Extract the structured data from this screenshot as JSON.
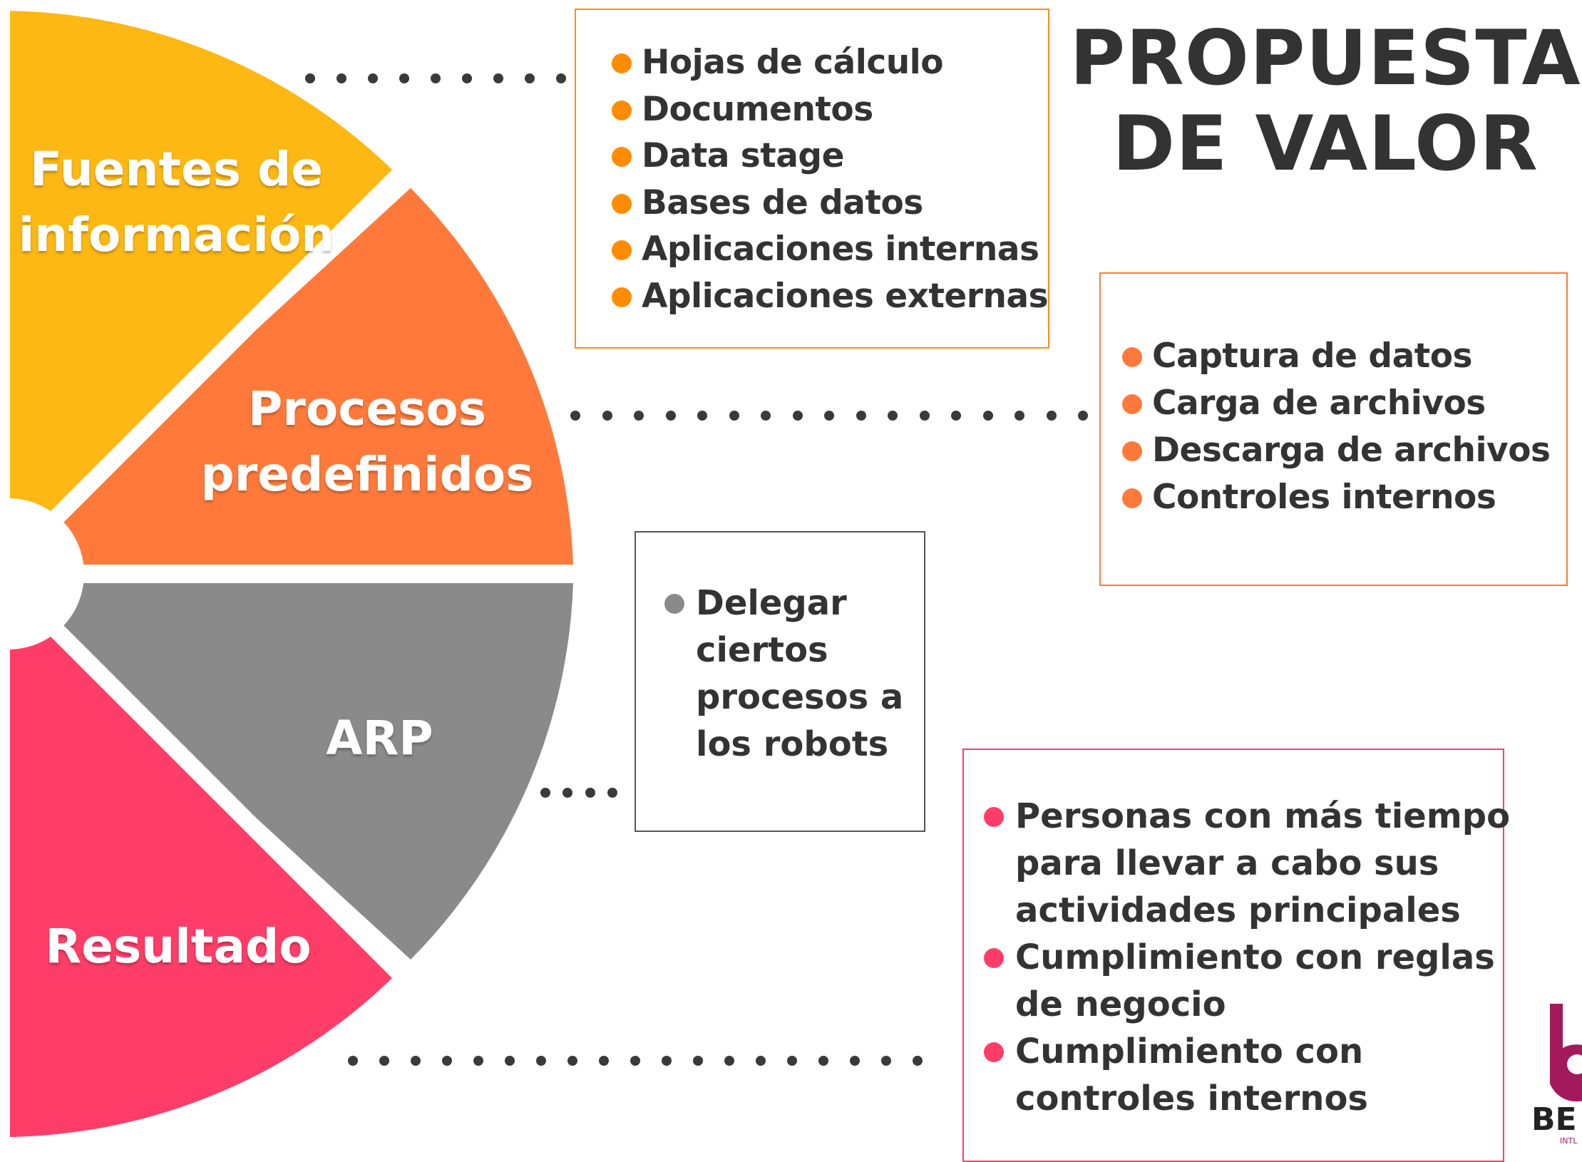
{
  "title": {
    "line1": "PROPUESTA",
    "line2": "DE VALOR"
  },
  "segments": [
    {
      "id": "fuentes",
      "line1": "Fuentes de",
      "line2": "información",
      "color": "#FDB813"
    },
    {
      "id": "procesos",
      "line1": "Procesos",
      "line2": "predefinidos",
      "color": "#FF7A3A"
    },
    {
      "id": "arp",
      "line1": "ARP",
      "color": "#8A8A8A"
    },
    {
      "id": "resultado",
      "line1": "Resultado",
      "color": "#FF3D68"
    }
  ],
  "boxes": {
    "fuentes": {
      "items": [
        "Hojas de cálculo",
        "Documentos",
        "Data stage",
        "Bases de datos",
        "Aplicaciones internas",
        "Aplicaciones externas"
      ]
    },
    "procesos": {
      "items": [
        "Captura de datos",
        "Carga de archivos",
        "Descarga de archivos",
        "Controles internos"
      ]
    },
    "arp": {
      "items": [
        "Delegar ciertos procesos a los robots"
      ]
    },
    "resultado": {
      "items": [
        "Personas con más tiempo para llevar a cabo sus actividades principales",
        "Cumplimiento con reglas de negocio",
        "Cumplimiento con controles internos"
      ]
    }
  },
  "logo": {
    "text": "BE",
    "subtext": "INTL",
    "color": "#A4195B"
  },
  "colors": {
    "text": "#333333",
    "dots": "#3A3A3A"
  }
}
